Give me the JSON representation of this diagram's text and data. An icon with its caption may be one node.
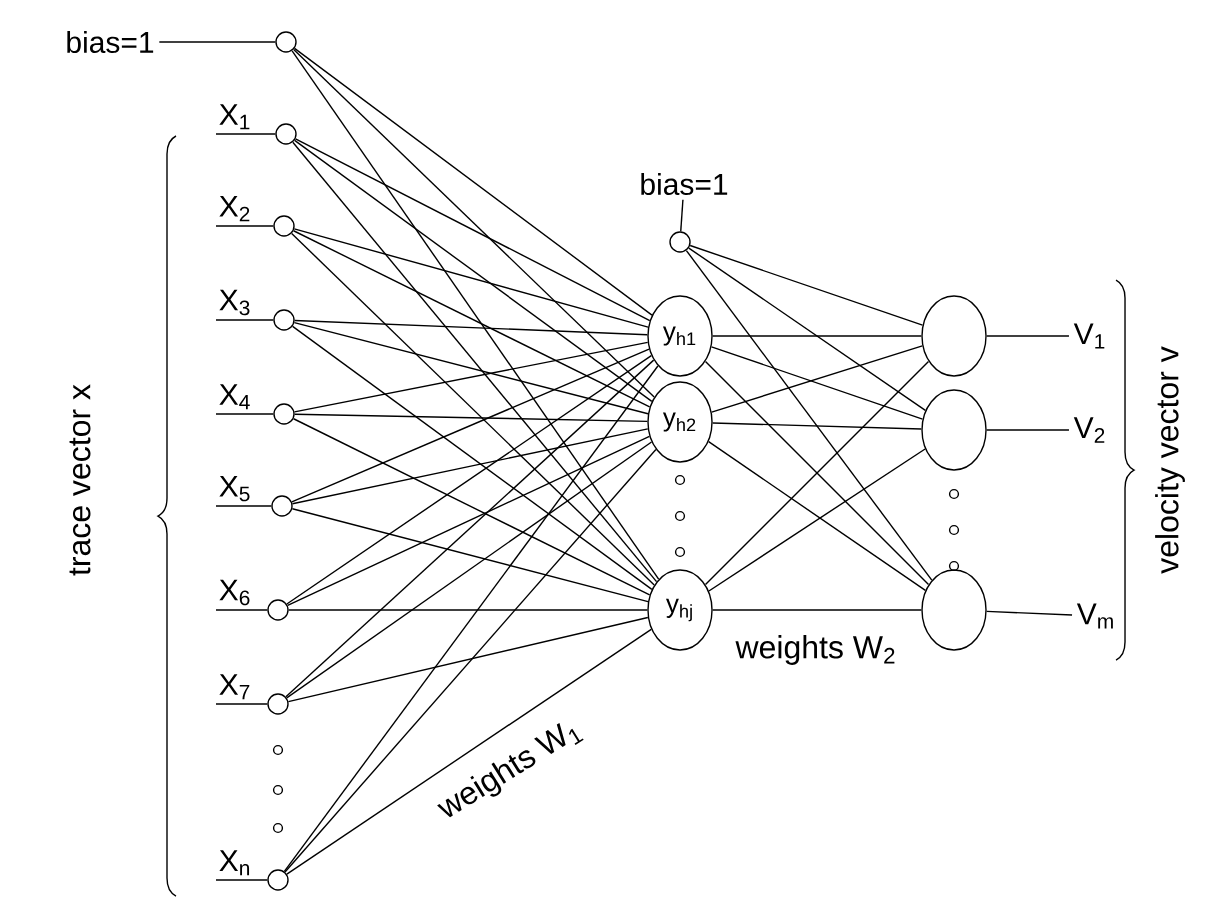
{
  "diagram": {
    "nodes": [
      {
        "text": [
          "bias=1"
        ]
      },
      {
        "text": [],
        "shape": "circle"
      },
      {
        "text": [],
        "shape": "circle",
        "beside": [
          "X$_{1}$"
        ]
      },
      {
        "text": [],
        "shape": "circle",
        "beside": [
          "X$_{2}$"
        ]
      },
      {
        "text": [],
        "shape": "circle",
        "beside": [
          "X$_{3}$"
        ]
      },
      {
        "text": [],
        "shape": "circle",
        "beside": [
          "X$_{4}$"
        ]
      },
      {
        "text": [],
        "shape": "circle",
        "beside": [
          "X$_{5}$"
        ]
      },
      {
        "text": [],
        "shape": "circle",
        "beside": [
          "X$_{6}$"
        ]
      },
      {
        "text": [],
        "shape": "circle",
        "beside": [
          "X$_{7}$"
        ]
      },
      {
        "text": [],
        "shape": "circle",
        "beside": [
          "X$_{n}$"
        ]
      },
      {
        "text": [
          "bias=1"
        ]
      },
      {
        "text": [],
        "shape": "circle"
      },
      {
        "text": [
          "y$_{h1}$"
        ]
      },
      {
        "text": [
          "y$_{h2}$"
        ]
      },
      {
        "text": [
          "y$_{hj}$"
        ]
      },
      {
        "text": [],
        "shape": "circle"
      },
      {
        "text": [],
        "shape": "circle"
      },
      {
        "text": [],
        "shape": "circle"
      },
      {
        "text": [
          "V$_{1}$"
        ]
      },
      {
        "text": [
          "V$_{2}$"
        ]
      },
      {
        "text": [
          "V$_{m}$"
        ]
      }
    ],
    "edges": [
      {
        "from": 0,
        "to": 1,
        "arrow": "none"
      },
      {
        "from": 1,
        "to": 12,
        "arrow": "none"
      },
      {
        "from": 1,
        "to": 13,
        "arrow": "none"
      },
      {
        "from": 1,
        "to": 14,
        "arrow": "none"
      },
      {
        "from": 2,
        "to": 12,
        "arrow": "none"
      },
      {
        "from": 2,
        "to": 13,
        "arrow": "none"
      },
      {
        "from": 2,
        "to": 14,
        "arrow": "none"
      },
      {
        "from": 3,
        "to": 12,
        "arrow": "none"
      },
      {
        "from": 3,
        "to": 13,
        "arrow": "none"
      },
      {
        "from": 3,
        "to": 14,
        "arrow": "none"
      },
      {
        "from": 4,
        "to": 12,
        "arrow": "none"
      },
      {
        "from": 4,
        "to": 13,
        "arrow": "none"
      },
      {
        "from": 4,
        "to": 14,
        "arrow": "none"
      },
      {
        "from": 5,
        "to": 12,
        "arrow": "none"
      },
      {
        "from": 5,
        "to": 13,
        "arrow": "none"
      },
      {
        "from": 5,
        "to": 14,
        "arrow": "none"
      },
      {
        "from": 6,
        "to": 12,
        "arrow": "none"
      },
      {
        "from": 6,
        "to": 13,
        "arrow": "none"
      },
      {
        "from": 6,
        "to": 14,
        "arrow": "none"
      },
      {
        "from": 7,
        "to": 12,
        "arrow": "none"
      },
      {
        "from": 7,
        "to": 13,
        "arrow": "none"
      },
      {
        "from": 7,
        "to": 14,
        "arrow": "none"
      },
      {
        "from": 8,
        "to": 12,
        "arrow": "none"
      },
      {
        "from": 8,
        "to": 13,
        "arrow": "none"
      },
      {
        "from": 8,
        "to": 14,
        "arrow": "none"
      },
      {
        "from": 9,
        "to": 12,
        "arrow": "none"
      },
      {
        "from": 9,
        "to": 13,
        "arrow": "none"
      },
      {
        "from": 9,
        "to": 14,
        "arrow": "none"
      },
      {
        "from": 10,
        "to": 11,
        "arrow": "none"
      },
      {
        "from": 11,
        "to": 15,
        "arrow": "none"
      },
      {
        "from": 11,
        "to": 16,
        "arrow": "none"
      },
      {
        "from": 11,
        "to": 17,
        "arrow": "none"
      },
      {
        "from": 12,
        "to": 15,
        "arrow": "none"
      },
      {
        "from": 12,
        "to": 16,
        "arrow": "none"
      },
      {
        "from": 12,
        "to": 17,
        "arrow": "none"
      },
      {
        "from": 13,
        "to": 15,
        "arrow": "none"
      },
      {
        "from": 13,
        "to": 16,
        "arrow": "none"
      },
      {
        "from": 13,
        "to": 17,
        "arrow": "none"
      },
      {
        "from": 14,
        "to": 15,
        "arrow": "none"
      },
      {
        "from": 14,
        "to": 16,
        "arrow": "none"
      },
      {
        "from": 14,
        "to": 17,
        "arrow": "none"
      },
      {
        "from": 15,
        "to": 18,
        "arrow": "none"
      },
      {
        "from": 16,
        "to": 19,
        "arrow": "none"
      },
      {
        "from": 17,
        "to": 20,
        "arrow": "none"
      }
    ],
    "labels": [
      "trace vector x",
      "velocity vector v",
      "weights W$_{1}$",
      "weights W$_{2}$"
    ]
  }
}
